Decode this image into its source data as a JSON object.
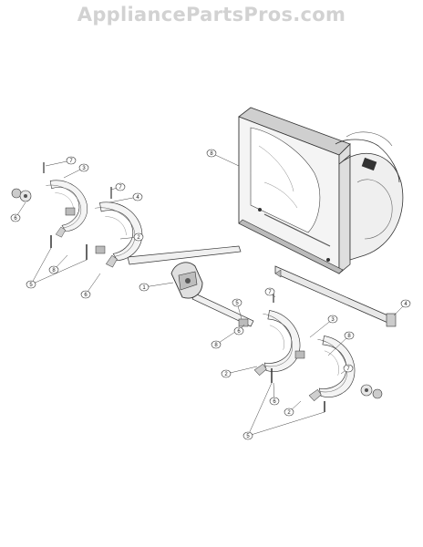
{
  "watermark": "AppliancePartsPros.com",
  "callouts": [
    "7",
    "3",
    "4",
    "7",
    "8",
    "6",
    "2",
    "8",
    "5",
    "6",
    "1",
    "5",
    "7",
    "8",
    "2",
    "3",
    "8",
    "7",
    "6",
    "2",
    "5",
    "4",
    "6"
  ],
  "colors": {
    "line": "#333333",
    "fill": "#f4f4f4",
    "shade": "#cfcfcf",
    "watermark": "#d2d2d2"
  }
}
